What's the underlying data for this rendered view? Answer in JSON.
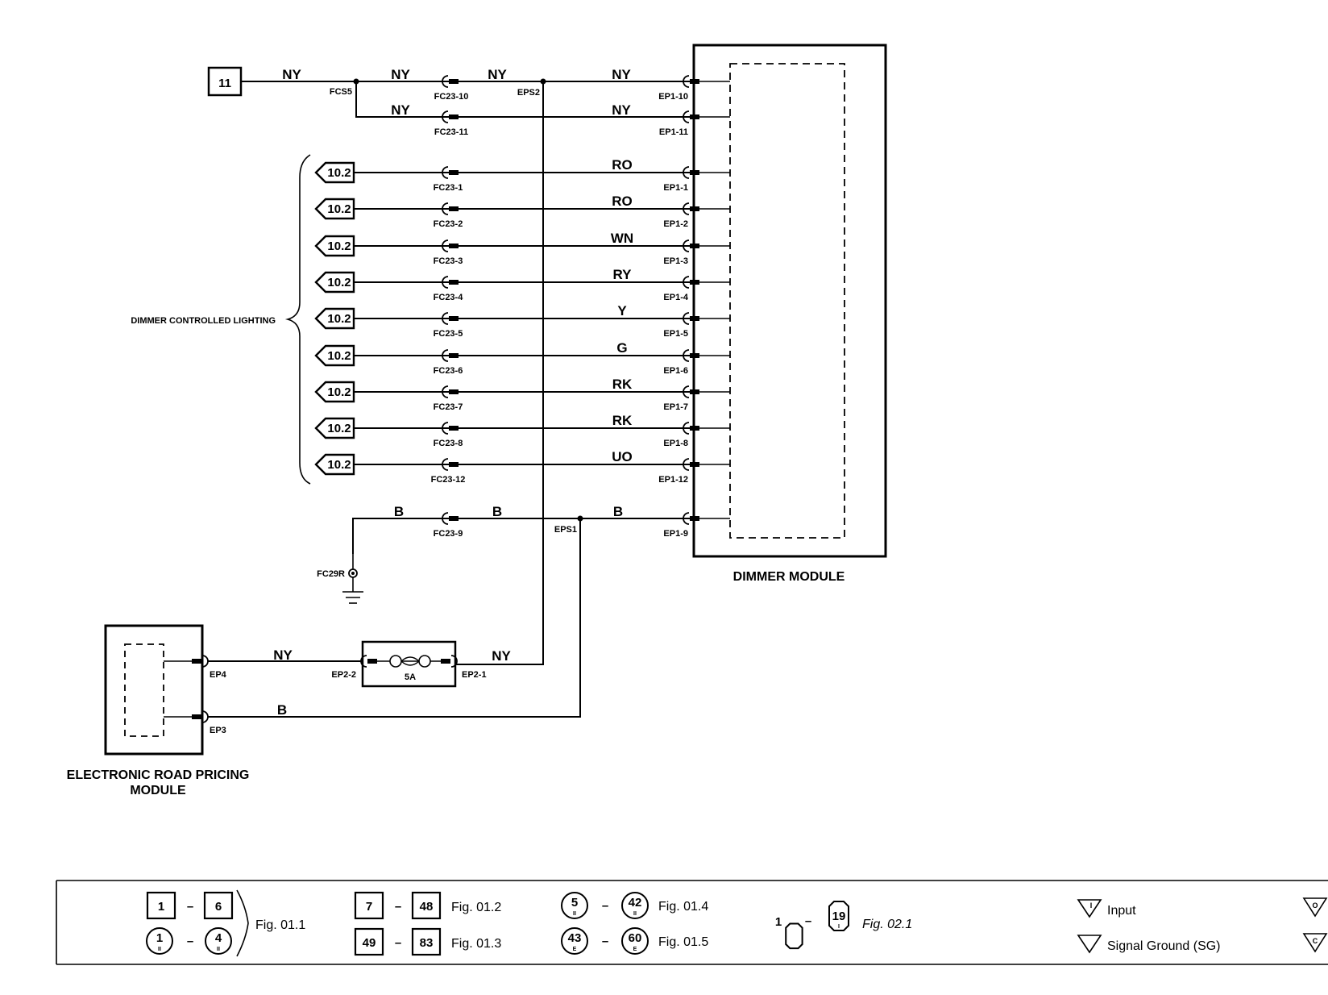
{
  "source_ref": "11",
  "wire_labels": {
    "fcs5_in": "NY",
    "fc23_10_in": "NY",
    "fc23_10_out": "NY",
    "ep1_10": "NY",
    "fc23_11_in": "NY",
    "ep1_11": "NY"
  },
  "splices": {
    "fcs5": "FCS5",
    "eps2": "EPS2",
    "eps1": "EPS1"
  },
  "connectors_top": {
    "fc23_10": "FC23-10",
    "fc23_11": "FC23-11",
    "ep1_10": "EP1-10",
    "ep1_11": "EP1-11"
  },
  "lighting": {
    "group_label": "DIMMER CONTROLLED LIGHTING",
    "rows": [
      {
        "ref": "10.2",
        "fc": "FC23-1",
        "color": "RO",
        "ep": "EP1-1"
      },
      {
        "ref": "10.2",
        "fc": "FC23-2",
        "color": "RO",
        "ep": "EP1-2"
      },
      {
        "ref": "10.2",
        "fc": "FC23-3",
        "color": "WN",
        "ep": "EP1-3"
      },
      {
        "ref": "10.2",
        "fc": "FC23-4",
        "color": "RY",
        "ep": "EP1-4"
      },
      {
        "ref": "10.2",
        "fc": "FC23-5",
        "color": "Y",
        "ep": "EP1-5"
      },
      {
        "ref": "10.2",
        "fc": "FC23-6",
        "color": "G",
        "ep": "EP1-6"
      },
      {
        "ref": "10.2",
        "fc": "FC23-7",
        "color": "RK",
        "ep": "EP1-7"
      },
      {
        "ref": "10.2",
        "fc": "FC23-8",
        "color": "RK",
        "ep": "EP1-8"
      },
      {
        "ref": "10.2",
        "fc": "FC23-12",
        "color": "UO",
        "ep": "EP1-12"
      }
    ]
  },
  "ground": {
    "wire_left": "B",
    "wire_mid": "B",
    "wire_right": "B",
    "fc": "FC23-9",
    "ep": "EP1-9",
    "point": "FC29R"
  },
  "dimmer_module": {
    "title": "DIMMER MODULE"
  },
  "erp": {
    "title_line1": "ELECTRONIC ROAD PRICING",
    "title_line2": "MODULE",
    "ep4": "EP4",
    "ep3": "EP3",
    "wire_ny_left": "NY",
    "wire_ny_right": "NY",
    "wire_b": "B",
    "ep2_2": "EP2-2",
    "ep2_1": "EP2-1",
    "fuse_rating": "5A"
  },
  "legend": {
    "g1": {
      "a": "1",
      "b": "6",
      "c": "1",
      "c_sub": "II",
      "d": "4",
      "d_sub": "II",
      "fig": "Fig. 01.1"
    },
    "g2": {
      "a": "7",
      "b": "48",
      "fig": "Fig. 01.2"
    },
    "g3": {
      "a": "49",
      "b": "83",
      "fig": "Fig. 01.3"
    },
    "g4": {
      "a": "5",
      "a_sub": "II",
      "b": "42",
      "b_sub": "II",
      "fig": "Fig. 01.4"
    },
    "g5": {
      "a": "43",
      "a_sub": "E",
      "b": "60",
      "b_sub": "E",
      "fig": "Fig. 01.5"
    },
    "g6": {
      "a": "1",
      "b": "19",
      "b_sub": "I",
      "fig": "Fig. 02.1"
    },
    "dash": "–",
    "input_label": "Input",
    "sg_label": "Signal Ground (SG)",
    "input_mark": "I",
    "right_mark_1": "O",
    "right_mark_2": "C"
  }
}
